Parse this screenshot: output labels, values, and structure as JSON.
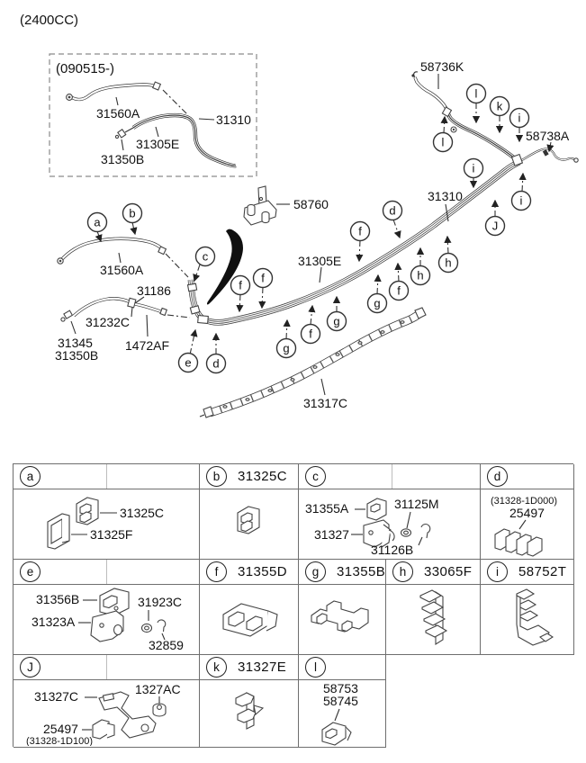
{
  "title": "(2400CC)",
  "inset": {
    "caption": "(090515-)",
    "labels": {
      "tube": "31560A",
      "bundle": "31310",
      "hose": "31305E",
      "connector": "31350B"
    }
  },
  "diagram": {
    "labels": {
      "hose_58736k": "58736K",
      "hose_58738a": "58738A",
      "bracket_58760": "58760",
      "bundle_31310": "31310",
      "hose_31305e": "31305E",
      "tube_31560a": "31560A",
      "pipe_31186": "31186",
      "hose_31232c": "31232C",
      "conn_31345": "31345",
      "conn_31350b": "31350B",
      "clamp_1472af": "1472AF",
      "protector_31317c": "31317C"
    },
    "callouts": [
      {
        "letter": "a"
      },
      {
        "letter": "b"
      },
      {
        "letter": "c"
      },
      {
        "letter": "d"
      },
      {
        "letter": "d"
      },
      {
        "letter": "e"
      },
      {
        "letter": "f"
      },
      {
        "letter": "f"
      },
      {
        "letter": "f"
      },
      {
        "letter": "f"
      },
      {
        "letter": "f"
      },
      {
        "letter": "g"
      },
      {
        "letter": "g"
      },
      {
        "letter": "g"
      },
      {
        "letter": "h"
      },
      {
        "letter": "h"
      },
      {
        "letter": "i"
      },
      {
        "letter": "i"
      },
      {
        "letter": "i"
      },
      {
        "letter": "J"
      },
      {
        "letter": "k"
      },
      {
        "letter": "l"
      },
      {
        "letter": "l"
      }
    ]
  },
  "table": {
    "cells": {
      "a": {
        "letter": "a",
        "parts": {
          "p1": "31325C",
          "p2": "31325F"
        }
      },
      "b": {
        "letter": "b",
        "part": "31325C"
      },
      "c": {
        "letter": "c",
        "parts": {
          "p1": "31355A",
          "p2": "31125M",
          "p3": "31327",
          "p4": "31126B"
        }
      },
      "d": {
        "letter": "d",
        "parts": {
          "ref": "(31328-1D000)",
          "p1": "25497"
        }
      },
      "e": {
        "letter": "e",
        "parts": {
          "p1": "31356B",
          "p2": "31923C",
          "p3": "31323A",
          "p4": "32859"
        }
      },
      "f": {
        "letter": "f",
        "part": "31355D"
      },
      "g": {
        "letter": "g",
        "part": "31355B"
      },
      "h": {
        "letter": "h",
        "part": "33065F"
      },
      "i": {
        "letter": "i",
        "part": "58752T"
      },
      "j": {
        "letter": "J",
        "parts": {
          "p1": "31327C",
          "p2": "1327AC",
          "p3": "25497",
          "ref": "(31328-1D100)"
        }
      },
      "k": {
        "letter": "k",
        "part": "31327E"
      },
      "l": {
        "letter": "l",
        "parts": {
          "p1": "58753",
          "p2": "58745"
        }
      }
    }
  }
}
